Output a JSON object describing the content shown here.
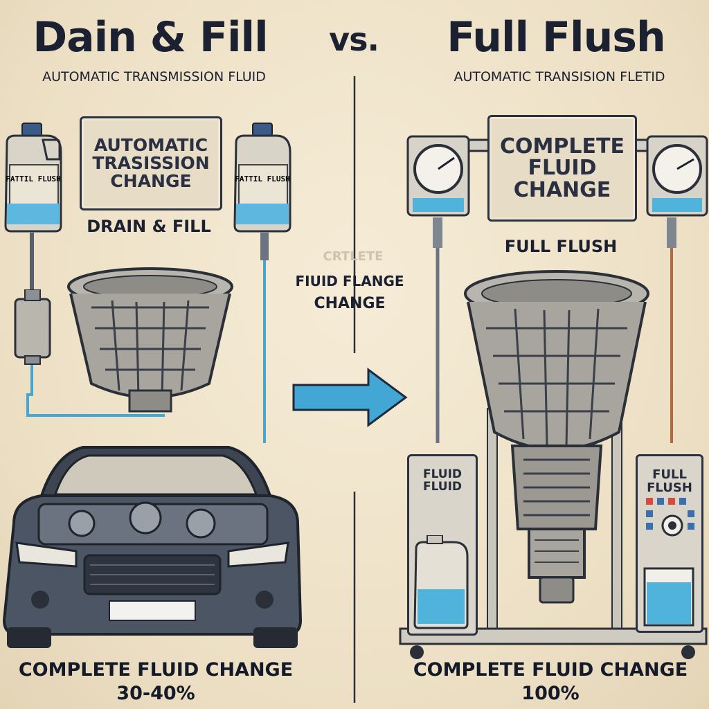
{
  "header": {
    "left_title": "Dain & Fill",
    "vs": "vs.",
    "right_title": "Full Flush",
    "left_subtitle": "AUTOMATIC TRANSMISSION FLUID",
    "right_subtitle": "AUTOMATIC TRANSISION FLETID"
  },
  "left_panel": {
    "sign_lines": [
      "AUTOMATIC",
      "TRASISSION",
      "CHANGE"
    ],
    "method_label": "DRAIN & FILL",
    "jug_left_text": "FATTIL FLUSH",
    "jug_right_text": "FATTIL FLUSH",
    "bottom_line1": "COMPLETE FLUID CHANGE",
    "bottom_line2": "30-40%"
  },
  "center": {
    "faded_text": "CRTLETE",
    "line1": "FIUID FLANGE",
    "line2": "CHANGE"
  },
  "right_panel": {
    "sign_lines": [
      "COMPLETE",
      "FLUID",
      "CHANGE"
    ],
    "method_label": "FULL FLUSH",
    "machine_left_text": [
      "FLUID",
      "FLUID"
    ],
    "machine_right_text": [
      "FULL",
      "FLUSH"
    ],
    "bottom_line1": "COMPLETE FLUID CHANGE",
    "bottom_line2": "100%"
  },
  "colors": {
    "background": "#efe3cb",
    "ink": "#1b2130",
    "fluid_blue": "#4fb3dc",
    "arrow_blue": "#43a7d6",
    "car_body": "#4c5563"
  }
}
